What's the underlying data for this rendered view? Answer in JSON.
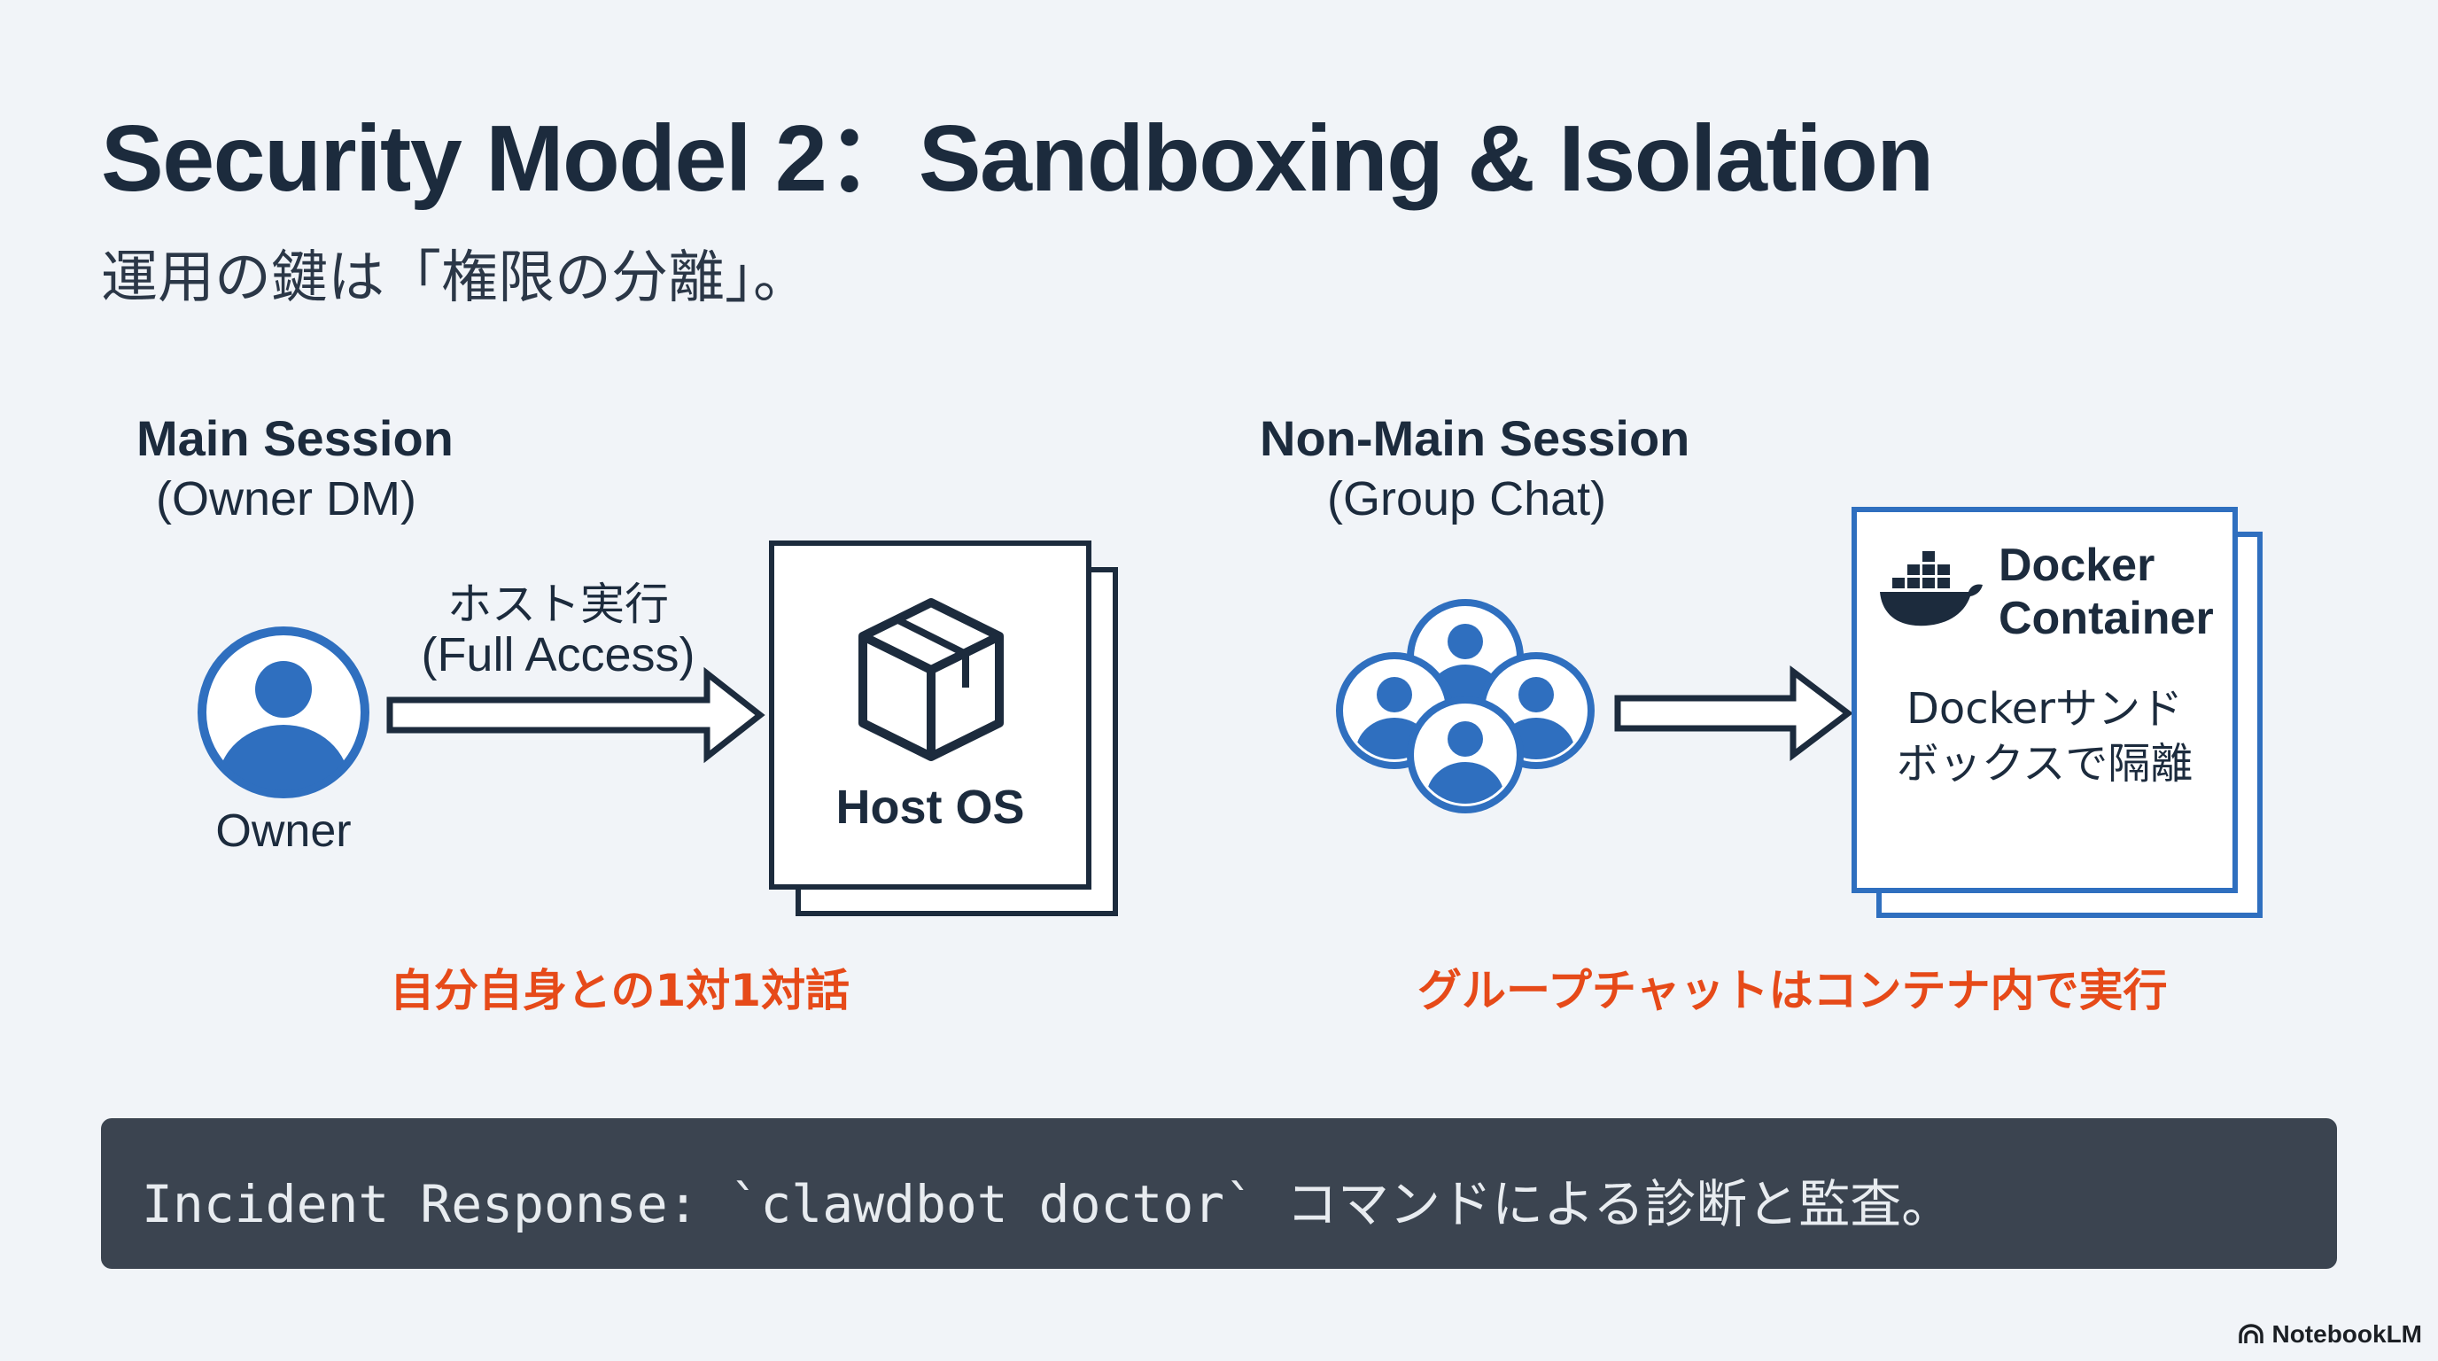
{
  "title": "Security Model 2：Sandboxing & Isolation",
  "subtitle": "運用の鍵は「権限の分離」。",
  "main_session": {
    "title": "Main Session",
    "subtitle": "(Owner DM)",
    "owner_label": "Owner",
    "arrow_label_line1": "ホスト実行",
    "arrow_label_line2": "(Full Access)",
    "host_label": "Host OS",
    "caption": "自分自身との1対1対話"
  },
  "non_main_session": {
    "title": "Non-Main Session",
    "subtitle": "(Group Chat)",
    "docker_title_line1": "Docker",
    "docker_title_line2": "Container",
    "docker_body_line1": "Dockerサンド",
    "docker_body_line2": "ボックスで隔離",
    "caption": "グループチャットはコンテナ内で実行"
  },
  "footer": {
    "text": "Incident Response: `clawdbot doctor` コマンドによる診断と監査。"
  },
  "brand": "NotebookLM",
  "colors": {
    "accent_blue": "#2f6fbf",
    "caption_orange": "#e64a19",
    "dark_navy": "#1c2b3d",
    "footer_bg": "#3b4450"
  },
  "icons": {
    "owner": "person-circle-icon",
    "host": "package-box-icon",
    "group": "user-group-icon",
    "docker": "docker-whale-icon",
    "arrow": "arrow-right-icon"
  }
}
